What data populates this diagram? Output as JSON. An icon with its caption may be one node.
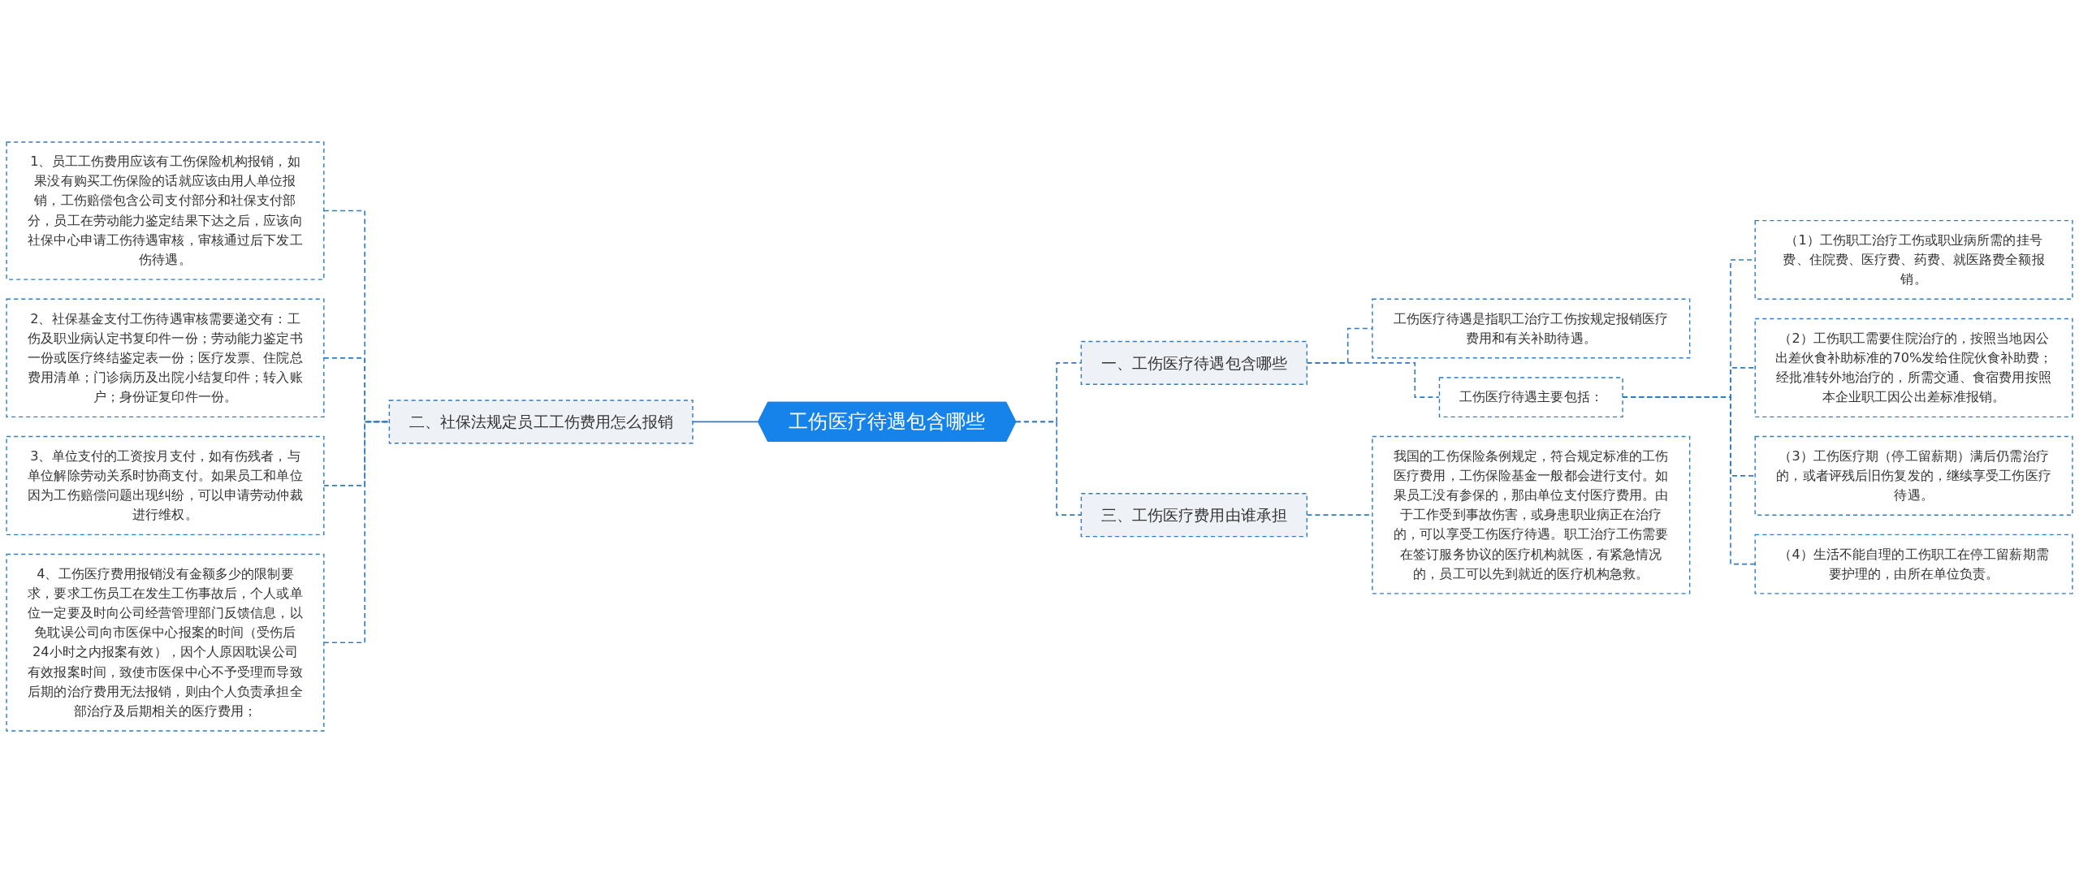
{
  "diagram": {
    "nodes": [
      {
        "text": [
          "工伤医疗待遇包含哪些"
        ]
      },
      {
        "text": [
          "一、工伤医疗待遇包含哪些"
        ]
      },
      {
        "text": [
          "工伤医疗待遇是指职工治疗工伤按规定报销医疗费用和有关补助待遇。"
        ]
      },
      {
        "text": [
          "工伤医疗待遇主要包括："
        ]
      },
      {
        "text": [
          "（1）工伤职工治疗工伤或职业病所需的挂号费、住院费、医疗费、药费、就医路费全额报销。"
        ]
      },
      {
        "text": [
          "（2）工伤职工需要住院治疗的，按照当地因公出差伙食补助标准的70%发给住院伙食补助费；经批准转外地治疗的，所需交通、食宿费用按照本企业职工因公出差标准报销。"
        ]
      },
      {
        "text": [
          "（3）工伤医疗期（停工留薪期）满后仍需治疗的，或者评残后旧伤复发的，继续享受工伤医疗待遇。"
        ]
      },
      {
        "text": [
          "（4）生活不能自理的工伤职工在停工留薪期需要护理的，由所在单位负责。"
        ]
      },
      {
        "text": [
          "二、社保法规定员工工伤费用怎么报销"
        ]
      },
      {
        "text": [
          "1、员工工伤费用应该有工伤保险机构报销，如果没有购买工伤保险的话就应该由用人单位报销，工伤赔偿包含公司支付部分和社保支付部分，员工在劳动能力鉴定结果下达之后，应该向社保中心申请工伤待遇审核，审核通过后下发工伤待遇。"
        ]
      },
      {
        "text": [
          "2、社保基金支付工伤待遇审核需要递交有：工伤及职业病认定书复印件一份；劳动能力鉴定书一份或医疗终结鉴定表一份；医疗发票、住院总费用清单；门诊病历及出院小结复印件；转入账户；身份证复印件一份。"
        ]
      },
      {
        "text": [
          "3、单位支付的工资按月支付，如有伤残者，与单位解除劳动关系时协商支付。如果员工和单位因为工伤赔偿问题出现纠纷，可以申请劳动仲裁进行维权。"
        ]
      },
      {
        "text": [
          "4、工伤医疗费用报销没有金额多少的限制要求，要求工伤员工在发生工伤事故后，个人或单位一定要及时向公司经营管理部门反馈信息，以免耽误公司向市医保中心报案的时间（受伤后24小时之内报案有效），因个人原因耽误公司有效报案时间，致使市医保中心不予受理而导致后期的治疗费用无法报销，则由个人负责承担全部治疗及后期相关的医疗费用；"
        ]
      },
      {
        "text": [
          "三、工伤医疗费用由谁承担"
        ]
      },
      {
        "text": [
          "我国的工伤保险条例规定，符合规定标准的工伤医疗费用，工伤保险基金一般都会进行支付。如果员工没有参保的，那由单位支付医疗费用。由于工作受到事故伤害，或身患职业病正在治疗的，可以享受工伤医疗待遇。职工治疗工伤需要在签订服务协议的医疗机构就医，有紧急情况的，员工可以先到就近的医疗机构急救。"
        ]
      }
    ],
    "edges": [
      {
        "from": 0,
        "to": 1,
        "arrow": "none",
        "style": "dashed"
      },
      {
        "from": 1,
        "to": 2,
        "arrow": "none",
        "style": "dashed"
      },
      {
        "from": 1,
        "to": 3,
        "arrow": "none",
        "style": "dashed"
      },
      {
        "from": 3,
        "to": 4,
        "arrow": "none",
        "style": "dashed"
      },
      {
        "from": 3,
        "to": 5,
        "arrow": "none",
        "style": "dashed"
      },
      {
        "from": 3,
        "to": 6,
        "arrow": "none",
        "style": "dashed"
      },
      {
        "from": 3,
        "to": 7,
        "arrow": "none",
        "style": "dashed"
      },
      {
        "from": 8,
        "to": 0,
        "arrow": "none"
      },
      {
        "from": 9,
        "to": 8,
        "arrow": "none",
        "style": "dashed"
      },
      {
        "from": 10,
        "to": 8,
        "arrow": "none",
        "style": "dashed"
      },
      {
        "from": 11,
        "to": 8,
        "arrow": "none",
        "style": "dashed"
      },
      {
        "from": 12,
        "to": 8,
        "arrow": "none",
        "style": "dashed"
      },
      {
        "from": 0,
        "to": 13,
        "arrow": "none",
        "style": "dashed"
      },
      {
        "from": 13,
        "to": 14,
        "arrow": "none",
        "style": "dashed"
      }
    ]
  }
}
